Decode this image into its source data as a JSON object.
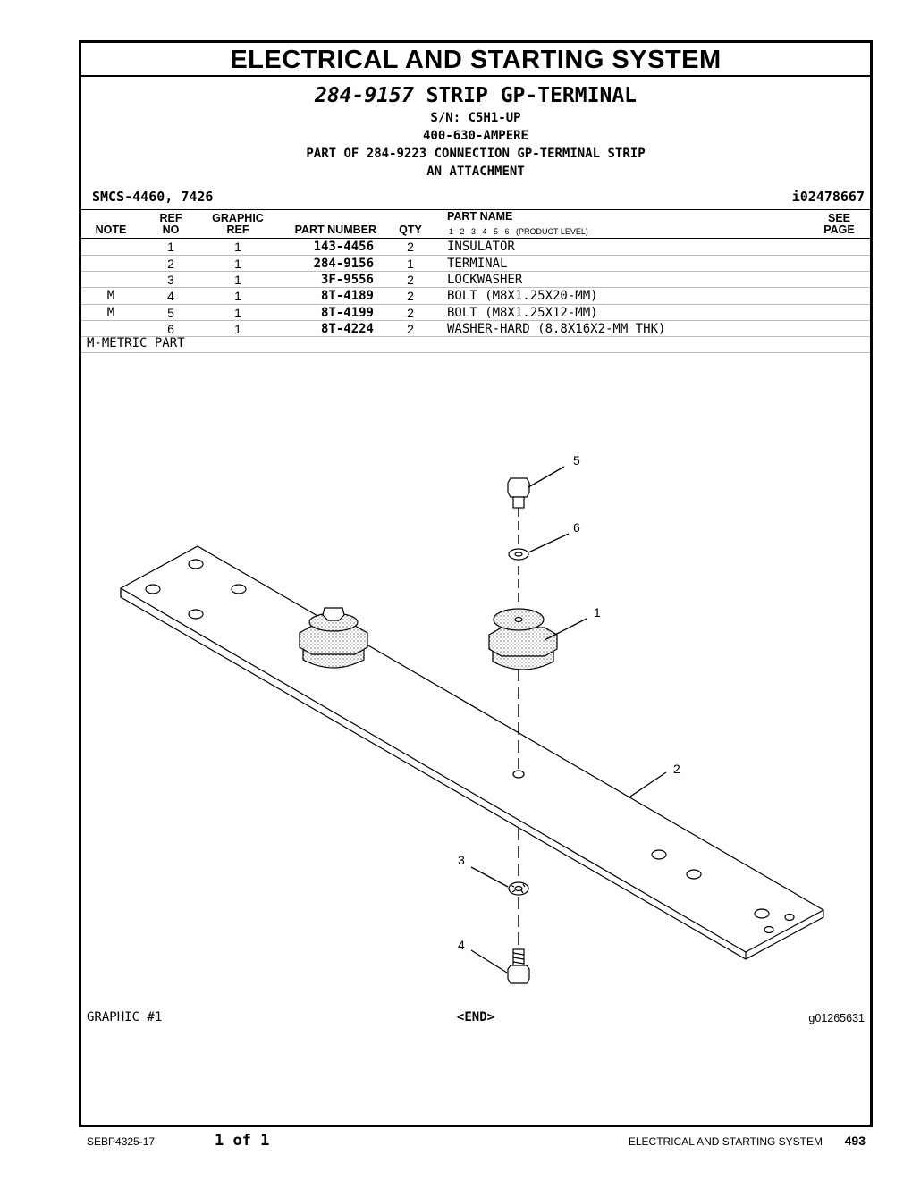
{
  "title": "ELECTRICAL AND STARTING SYSTEM",
  "group": {
    "part_number": "284-9157",
    "name": "STRIP GP-TERMINAL",
    "serial": "S/N: C5H1-UP",
    "rating": "400-630-AMPERE",
    "part_of": "PART OF 284-9223 CONNECTION GP-TERMINAL STRIP",
    "attachment": "AN ATTACHMENT"
  },
  "smcs": "SMCS-4460, 7426",
  "illustration_id": "i02478667",
  "table": {
    "headers": {
      "note": "NOTE",
      "ref_top": "REF",
      "ref_bottom": "NO",
      "graphic_top": "GRAPHIC",
      "graphic_bottom": "REF",
      "part_number": "PART NUMBER",
      "qty": "QTY",
      "part_name": "PART NAME",
      "product_levels": "1   2   3   4   5   6   (PRODUCT LEVEL)",
      "see_top": "SEE",
      "see_bottom": "PAGE"
    },
    "rows": [
      {
        "note": "",
        "ref": "1",
        "graphic": "1",
        "part_number": "143-4456",
        "qty": "2",
        "name": "INSULATOR"
      },
      {
        "note": "",
        "ref": "2",
        "graphic": "1",
        "part_number": "284-9156",
        "qty": "1",
        "name": "TERMINAL"
      },
      {
        "note": "",
        "ref": "3",
        "graphic": "1",
        "part_number": "3F-9556",
        "qty": "2",
        "name": "LOCKWASHER"
      },
      {
        "note": "M",
        "ref": "4",
        "graphic": "1",
        "part_number": "8T-4189",
        "qty": "2",
        "name": "BOLT (M8X1.25X20-MM)"
      },
      {
        "note": "M",
        "ref": "5",
        "graphic": "1",
        "part_number": "8T-4199",
        "qty": "2",
        "name": "BOLT (M8X1.25X12-MM)"
      },
      {
        "note": "",
        "ref": "6",
        "graphic": "1",
        "part_number": "8T-4224",
        "qty": "2",
        "name": "WASHER-HARD (8.8X16X2-MM THK)"
      }
    ]
  },
  "note_legend": "M-METRIC PART",
  "callouts": {
    "c1": "1",
    "c2": "2",
    "c3": "3",
    "c4": "4",
    "c5": "5",
    "c6": "6"
  },
  "graphic_label": "GRAPHIC #1",
  "end_label": "<END>",
  "graphic_id": "g01265631",
  "footer": {
    "doc": "SEBP4325-17",
    "page_of": "1 of 1",
    "section": "ELECTRICAL AND STARTING SYSTEM",
    "page_number": "493"
  }
}
